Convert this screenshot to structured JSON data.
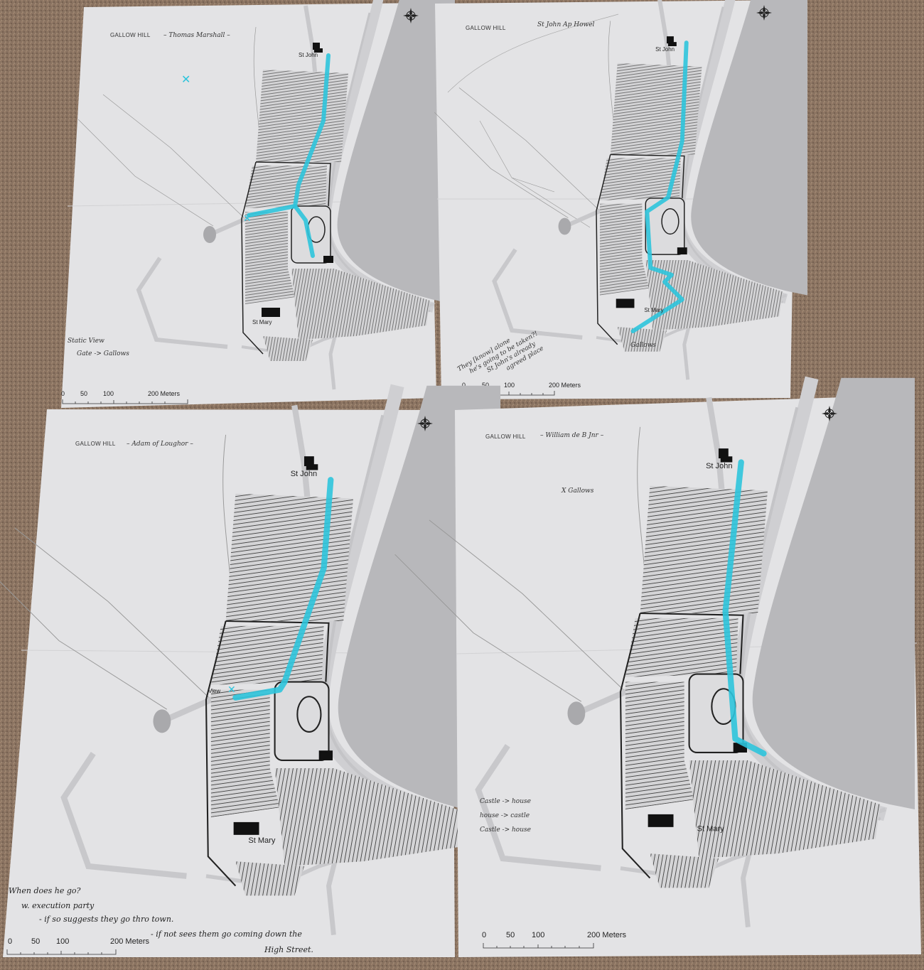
{
  "colors": {
    "paper": "#e3e3e5",
    "river": "#b8b8bb",
    "route": "#2ec4dc",
    "carpet": "#8a7361"
  },
  "sheets": [
    {
      "title": "GALLOW HILL",
      "author": "– Thomas Marshall –",
      "st_john": "St John",
      "st_mary": "St Mary",
      "notes": [
        "Static View",
        "Gate -> Gallows"
      ],
      "scale": [
        "0",
        "50",
        "100",
        "200 Meters"
      ]
    },
    {
      "title": "GALLOW HILL",
      "author": "St John Ap Howel",
      "st_john": "St John",
      "st_mary": "St Mary",
      "gallows": "Gallows",
      "notes": [
        "They [know] alone",
        "he's going to be taken?!",
        "St John's already",
        "agreed place"
      ],
      "scale": [
        "0",
        "50",
        "100",
        "200 Meters"
      ]
    },
    {
      "title": "GALLOW HILL",
      "author": "– Adam of Loughor –",
      "st_john": "St John",
      "st_mary": "St Mary",
      "view": "View",
      "notes": [
        "When does he go?",
        "w. execution party",
        "- if so suggests they go thro town.",
        "- if not sees them go coming down the",
        "High Street."
      ],
      "scale": [
        "0",
        "50",
        "100",
        "200 Meters"
      ]
    },
    {
      "title": "GALLOW HILL",
      "author": "– William de B Jnr –",
      "st_john": "St John",
      "st_mary": "St Mary",
      "gallows": "X Gallows",
      "notes": [
        "Castle -> house",
        "house -> castle",
        "Castle -> house"
      ],
      "scale": [
        "0",
        "50",
        "100",
        "200 Meters"
      ]
    }
  ]
}
